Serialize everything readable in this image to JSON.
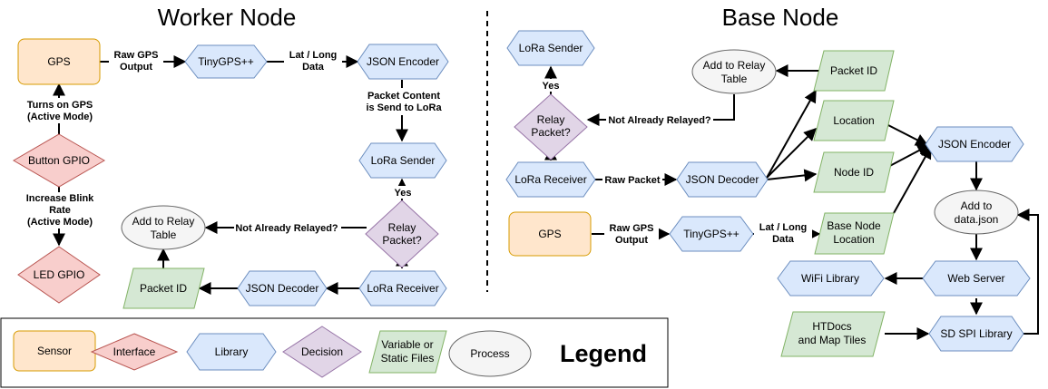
{
  "titles": {
    "worker": "Worker Node",
    "base": "Base Node",
    "legend": "Legend"
  },
  "colors": {
    "sensor_fill": "#ffe6cc",
    "sensor_stroke": "#d79b00",
    "interface_fill": "#f8cecc",
    "interface_stroke": "#b85450",
    "library_fill": "#dae8fc",
    "library_stroke": "#6c8ebf",
    "decision_fill": "#e1d5e7",
    "decision_stroke": "#9673a6",
    "variable_fill": "#d5e8d4",
    "variable_stroke": "#82b366",
    "process_fill": "#f5f5f5",
    "process_stroke": "#666666"
  },
  "worker": {
    "gps": "GPS",
    "tinygps": "TinyGPS++",
    "json_encoder": "JSON Encoder",
    "lora_sender": "LoRa Sender",
    "relay_packet": [
      "Relay",
      "Packet?"
    ],
    "add_relay_table": [
      "Add to Relay",
      "Table"
    ],
    "lora_receiver": "LoRa Receiver",
    "json_decoder": "JSON Decoder",
    "packet_id": "Packet ID",
    "button_gpio": "Button GPIO",
    "led_gpio": "LED GPIO"
  },
  "worker_edges": {
    "raw_gps_output": [
      "Raw GPS",
      "Output"
    ],
    "lat_long_data": [
      "Lat / Long",
      "Data"
    ],
    "packet_content": [
      "Packet Content",
      "is Send to LoRa"
    ],
    "yes": "Yes",
    "not_relayed": "Not Already Relayed?",
    "turns_on_gps": [
      "Turns on GPS",
      "(Active Mode)"
    ],
    "increase_blink": [
      "Increase Blink",
      "Rate",
      "(Active Mode)"
    ]
  },
  "base": {
    "lora_sender": "LoRa Sender",
    "add_relay_table": [
      "Add to Relay",
      "Table"
    ],
    "packet_id": "Packet ID",
    "relay_packet": [
      "Relay",
      "Packet?"
    ],
    "location": "Location",
    "json_encoder": "JSON Encoder",
    "lora_receiver": "LoRa Receiver",
    "json_decoder": "JSON Decoder",
    "node_id": "Node ID",
    "add_data_json": [
      "Add to",
      "data.json"
    ],
    "gps": "GPS",
    "tinygps": "TinyGPS++",
    "base_node_location": [
      "Base Node",
      "Location"
    ],
    "wifi_library": "WiFi Library",
    "web_server": "Web Server",
    "htdocs": [
      "HTDocs",
      "and Map Tiles"
    ],
    "sd_spi_library": "SD SPI Library"
  },
  "base_edges": {
    "yes": "Yes",
    "not_relayed": "Not Already Relayed?",
    "raw_packet": "Raw Packet",
    "raw_gps_output": [
      "Raw GPS",
      "Output"
    ],
    "lat_long_data": [
      "Lat / Long",
      "Data"
    ]
  },
  "legend": {
    "sensor": "Sensor",
    "interface": "Interface",
    "library": "Library",
    "decision": "Decision",
    "variable": [
      "Variable or",
      "Static Files"
    ],
    "process": "Process"
  }
}
